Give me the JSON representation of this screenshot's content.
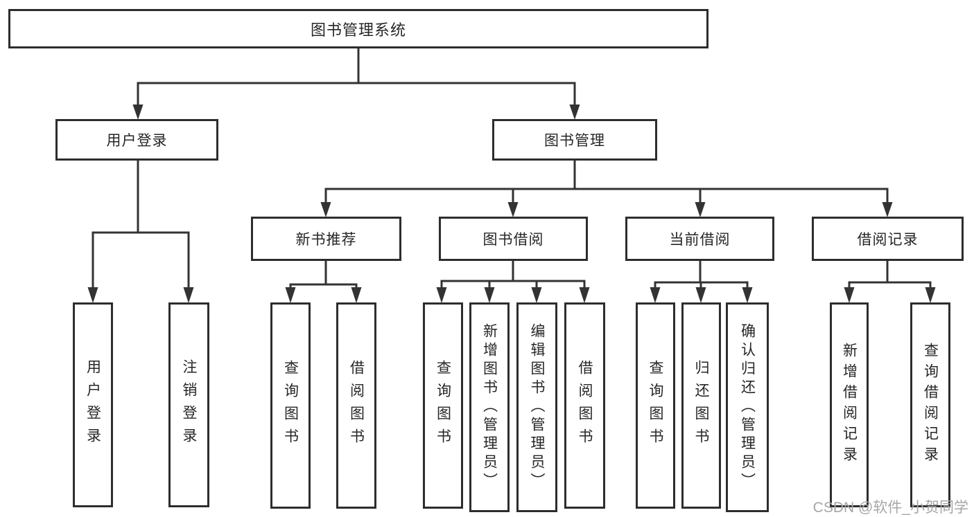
{
  "nodes": {
    "root": "图书管理系统",
    "user_login": "用户登录",
    "book_mgmt": "图书管理",
    "new_book_rec": "新书推荐",
    "book_borrow": "图书借阅",
    "current_borrow": "当前借阅",
    "borrow_record": "借阅记录",
    "leaf_login": "用户登录",
    "leaf_logout": "注销登录",
    "leaf_nb_query_book": "查询图书",
    "leaf_nb_borrow_book": "借阅图书",
    "leaf_bb_query_book": "查询图书",
    "leaf_bb_add_book": "新增图书（管理员）",
    "leaf_bb_edit_book": "编辑图书（管理员）",
    "leaf_bb_borrow_book": "借阅图书",
    "leaf_cb_query_book": "查询图书",
    "leaf_cb_return_book": "归还图书",
    "leaf_cb_confirm_return": "确认归还（管理员）",
    "leaf_br_add_record": "新增借阅记录",
    "leaf_br_query_record": "查询借阅记录"
  },
  "watermark": "CSDN @软件_小贺同学",
  "colors": {
    "line": "#333333",
    "border": "#2d2d2d",
    "text": "#262626",
    "watermark": "#a6a6a6"
  }
}
